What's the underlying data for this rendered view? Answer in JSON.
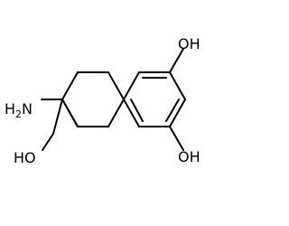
{
  "structure": {
    "labels": {
      "oh_upper": "OH",
      "oh_lower": "OH",
      "amine": "H",
      "amine_sub": "2",
      "amine_n": "N",
      "hydroxymethyl": "HO"
    }
  }
}
